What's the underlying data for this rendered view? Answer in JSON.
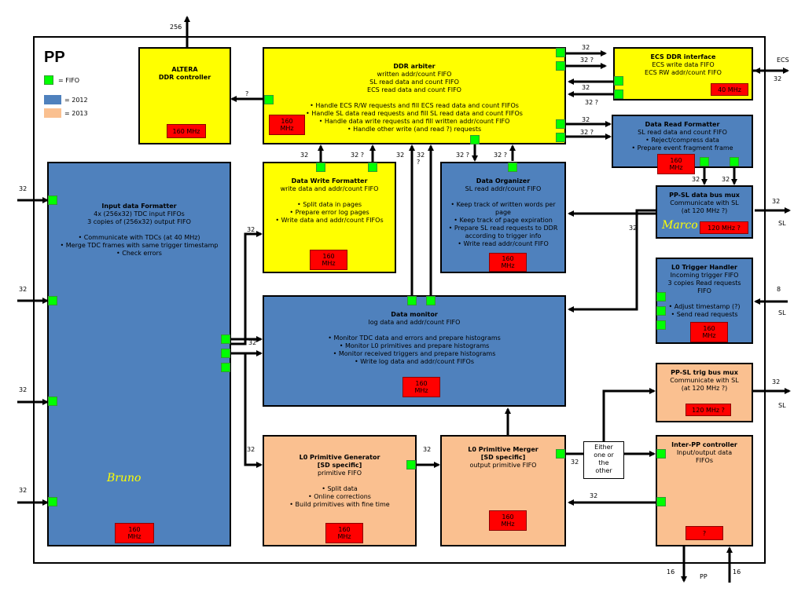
{
  "page": {
    "title": "PP"
  },
  "legend": {
    "fifo": "= FIFO",
    "y2012": "= 2012",
    "y2013": "= 2013",
    "colors": {
      "fifo": "#00ff00",
      "y2012": "#4f81bd",
      "y2013": "#fac090"
    }
  },
  "blocks": {
    "altera": {
      "title": "ALTERA\nDDR controller",
      "clock": "160 MHz"
    },
    "ddr_arbiter": {
      "title": "DDR arbiter",
      "fifos": "written addr/count FIFO\nSL read data and count FIFO\nECS read data and count FIFO",
      "tasks": "• Handle ECS R/W requests and fill ECS read data and count FIFOs\n• Handle SL data read requests and fill SL read data and count FIFOs\n• Handle data write requests and fill written addr/count FIFO\n• Handle other write (and read ?) requests",
      "clock": "160\nMHz"
    },
    "ecs_ddr": {
      "title": "ECS DDR interface",
      "fifos": "ECS write data FIFO\nECS RW addr/count FIFO",
      "clock": "40 MHz"
    },
    "data_read_formatter": {
      "title": "Data Read Formatter",
      "fifos": "SL read data and count FIFO",
      "tasks": "• Reject/compress data\n• Prepare event fragment frame",
      "clock": "160\nMHz"
    },
    "input_formatter": {
      "title": "Input data Formatter",
      "fifos": "4x (256x32) TDC input FIFOs\n3 copies of (256x32) output FIFO",
      "tasks": "• Communicate with TDCs (at 40 MHz)\n• Merge TDC frames with same trigger timestamp\n• Check errors",
      "clock": "160\nMHz",
      "author": "Bruno"
    },
    "data_write_formatter": {
      "title": "Data Write Formatter",
      "fifos": "write data and addr/count FIFO",
      "tasks": "• Split data in pages\n• Prepare error log pages\n• Write data and addr/count FIFOs",
      "clock": "160\nMHz"
    },
    "data_organizer": {
      "title": "Data Organizer",
      "fifos": "SL read addr/count FIFO",
      "tasks": "• Keep track of written words per\npage\n• Keep track of page expiration\n• Prepare SL read requests to DDR\naccording to trigger info\n• Write read addr/count FIFO",
      "clock": "160\nMHz"
    },
    "pp_sl_data_mux": {
      "title": "PP-SL data bus mux",
      "fifos": "Communicate with SL\n(at 120 MHz ?)",
      "clock": "120 MHz ?",
      "author": "Marco"
    },
    "l0_trigger": {
      "title": "L0 Trigger Handler",
      "fifos": "Incoming trigger FIFO\n3 copies Read requests\nFIFO",
      "tasks": "• Adjust timestamp (?)\n• Send read requests",
      "clock": "160\nMHz"
    },
    "data_monitor": {
      "title": "Data monitor",
      "fifos": "log data and addr/count FIFO",
      "tasks": "• Monitor TDC data and errors and prepare histograms\n• Monitor L0 primitives and prepare histograms\n• Monitor received triggers and prepare histograms\n• Write log data and addr/count FIFOs",
      "clock": "160\nMHz"
    },
    "pp_sl_trig_mux": {
      "title": "PP-SL trig bus mux",
      "fifos": "Communicate with SL\n(at 120 MHz ?)",
      "clock": "120 MHz ?"
    },
    "l0_prim_gen": {
      "title": "L0 Primitive Generator\n[SD specific]",
      "fifos": "primitive FIFO",
      "tasks": "• Split data\n• Online corrections\n• Build primitives with fine time",
      "clock": "160\nMHz"
    },
    "l0_prim_merger": {
      "title": "L0 Primitive Merger\n[SD specific]",
      "fifos": "output primitive FIFO",
      "clock": "160\nMHz"
    },
    "either": {
      "text": "Either\none or\nthe\nother"
    },
    "inter_pp": {
      "title": "Inter-PP controller",
      "fifos": "Input/output data\nFIFOs",
      "clock": "?"
    }
  },
  "labels": {
    "l256": "256",
    "q_altera": "?",
    "ecs": "ECS",
    "ecs32": "32",
    "a_32_1": "32",
    "a_32q_1": "32 ?",
    "a_32_2": "32",
    "a_32q_2": "32 ?",
    "a_32_3": "32",
    "a_32q_3": "32 ?",
    "dwf_32": "32",
    "dwf_32q": "32 ?",
    "dm_32": "32",
    "dm_32q": "32\n?",
    "do_32q": "32 ?",
    "do_32q2": "32 ?",
    "in1": "32",
    "in2": "32",
    "in3": "32",
    "in4": "32",
    "if_32a": "32",
    "if_32b": "32",
    "if_32c": "32",
    "drf_32a": "32",
    "drf_32b": "32",
    "mux_32": "32",
    "sl1": "SL",
    "trig_8": "8",
    "sl2": "SL",
    "do_32": "32",
    "trigmux_32": "32",
    "sl3": "SL",
    "pg_32": "32",
    "pm_32": "32",
    "ipp_32": "32",
    "pp16": "16",
    "pp": "PP",
    "pp16b": "16"
  }
}
